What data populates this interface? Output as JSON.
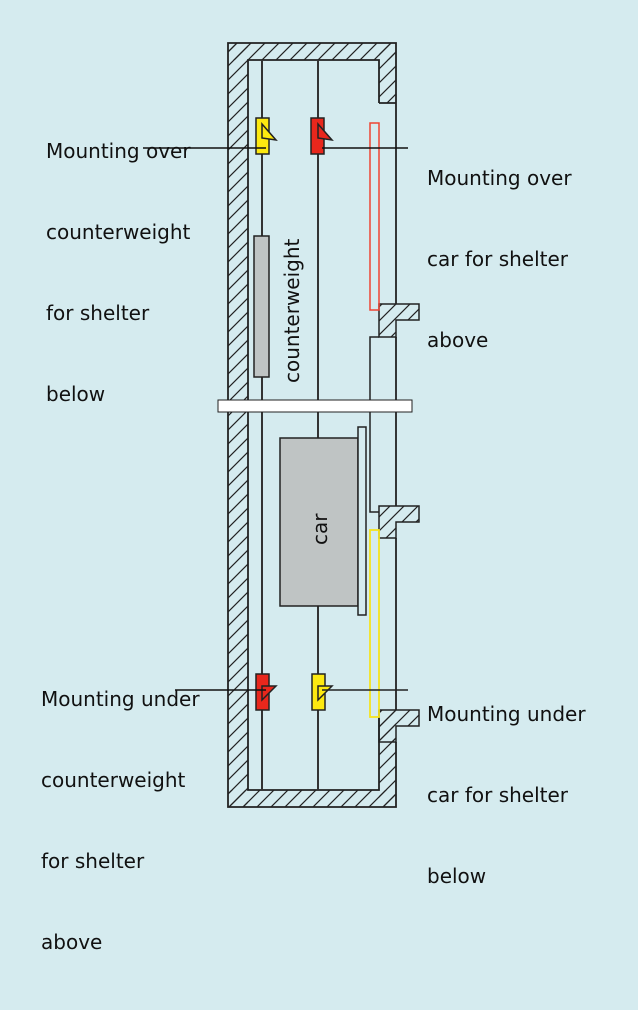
{
  "diagram": {
    "title": "Elevator shaft shelter mounting positions",
    "background_color": "#d5ebef",
    "components": {
      "counterweight_label": "counterweight",
      "car_label": "car"
    },
    "colors": {
      "red_mount": "#e8271c",
      "yellow_mount": "#fde910",
      "red_zone_outline": "#ee4433",
      "yellow_zone_outline": "#f5e420",
      "body_fill": "#bfc4c4",
      "line": "#222222",
      "slab": "#ffffff"
    },
    "callouts": [
      {
        "id": "over-counterweight",
        "lines": [
          "Mounting over",
          "counterweight",
          "for shelter",
          "below"
        ],
        "mount_color": "yellow"
      },
      {
        "id": "over-car",
        "lines": [
          "Mounting over",
          "car for shelter",
          "above"
        ],
        "mount_color": "red"
      },
      {
        "id": "under-counterweight",
        "lines": [
          "Mounting under",
          "counterweight",
          "for shelter",
          "above"
        ],
        "mount_color": "red"
      },
      {
        "id": "under-car",
        "lines": [
          "Mounting under",
          "car for shelter",
          "below"
        ],
        "mount_color": "yellow"
      }
    ]
  }
}
